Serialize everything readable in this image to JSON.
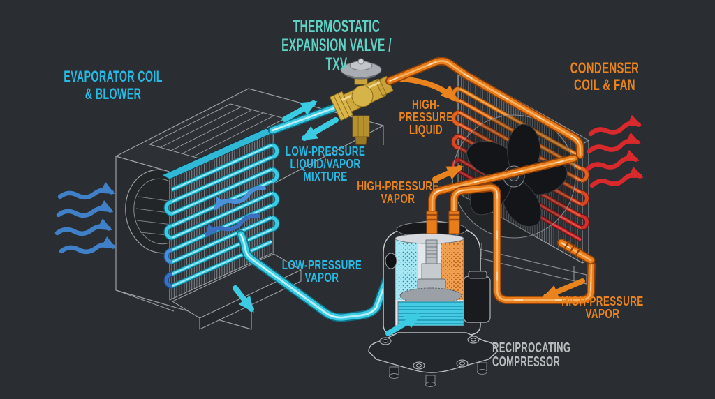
{
  "diagram": {
    "type": "hvac-refrigeration-cycle",
    "background": "#2a2d31"
  },
  "labels": {
    "txv": "THERMOSTATIC\nEXPANSION VALVE / TXV",
    "evaporator": "EVAPORATOR COIL\n& BLOWER",
    "condenser": "CONDENSER\nCOIL & FAN",
    "high_pressure_liquid": "HIGH-\nPRESSURE\nLIQUID",
    "low_pressure_mixture": "LOW-PRESSURE\nLIQUID/VAPOR\nMIXTURE",
    "high_pressure_vapor_center": "HIGH-PRESSURE\nVAPOR",
    "low_pressure_vapor": "LOW-PRESSURE\nVAPOR",
    "high_pressure_vapor_right": "HIGH-PRESSURE\nVAPOR",
    "compressor": "RECIPROCATING\nCOMPRESSOR"
  },
  "colors": {
    "background": "#2a2d31",
    "teal_title_text": "#5ed2c5",
    "cyan_text": "#27b9e3",
    "orange_text": "#e8831d",
    "gray_text": "#b9bcbe",
    "cyan_pipe": "#3bcbe3",
    "orange_pipe": "#e87d1a",
    "red_arrow": "#d8292d",
    "blue_air_arrow": "#3f80c8",
    "dark_blue_coil_arrow": "#3b6fc0",
    "brass_valve": "#d7b44a",
    "wireframe_line": "#9ba0a5"
  }
}
